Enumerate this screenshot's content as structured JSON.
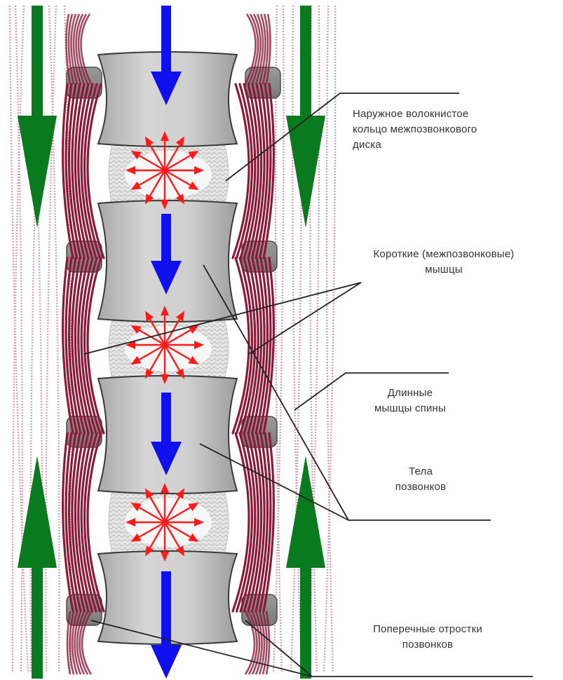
{
  "labels": {
    "annulus": {
      "line1": "Наружное волокнистое",
      "line2": "кольцо межпозвонкового",
      "line3": "диска"
    },
    "short_muscles": {
      "line1": "Короткие (межпозвонковые)",
      "line2": "мышцы"
    },
    "long_muscles": {
      "line1": "Длинные",
      "line2": "мышцы спины"
    },
    "bodies": {
      "line1": "Тела",
      "line2": "позвонков"
    },
    "processes": {
      "line1": "Поперечные отростки",
      "line2": "позвонков"
    }
  },
  "colors": {
    "compression_arrow": "#1010ee",
    "long_muscle_arrow": "#0a7a1e",
    "disc_pressure_arrow": "#ff1a1a",
    "short_muscle": "#8b1a3a",
    "long_muscle_fiber": "#d89aaa",
    "vertebra": "#c9c9c9",
    "leader_line": "#222222"
  },
  "icons": [
    "down-arrow-icon",
    "up-arrow-icon",
    "radial-pressure-icon"
  ]
}
